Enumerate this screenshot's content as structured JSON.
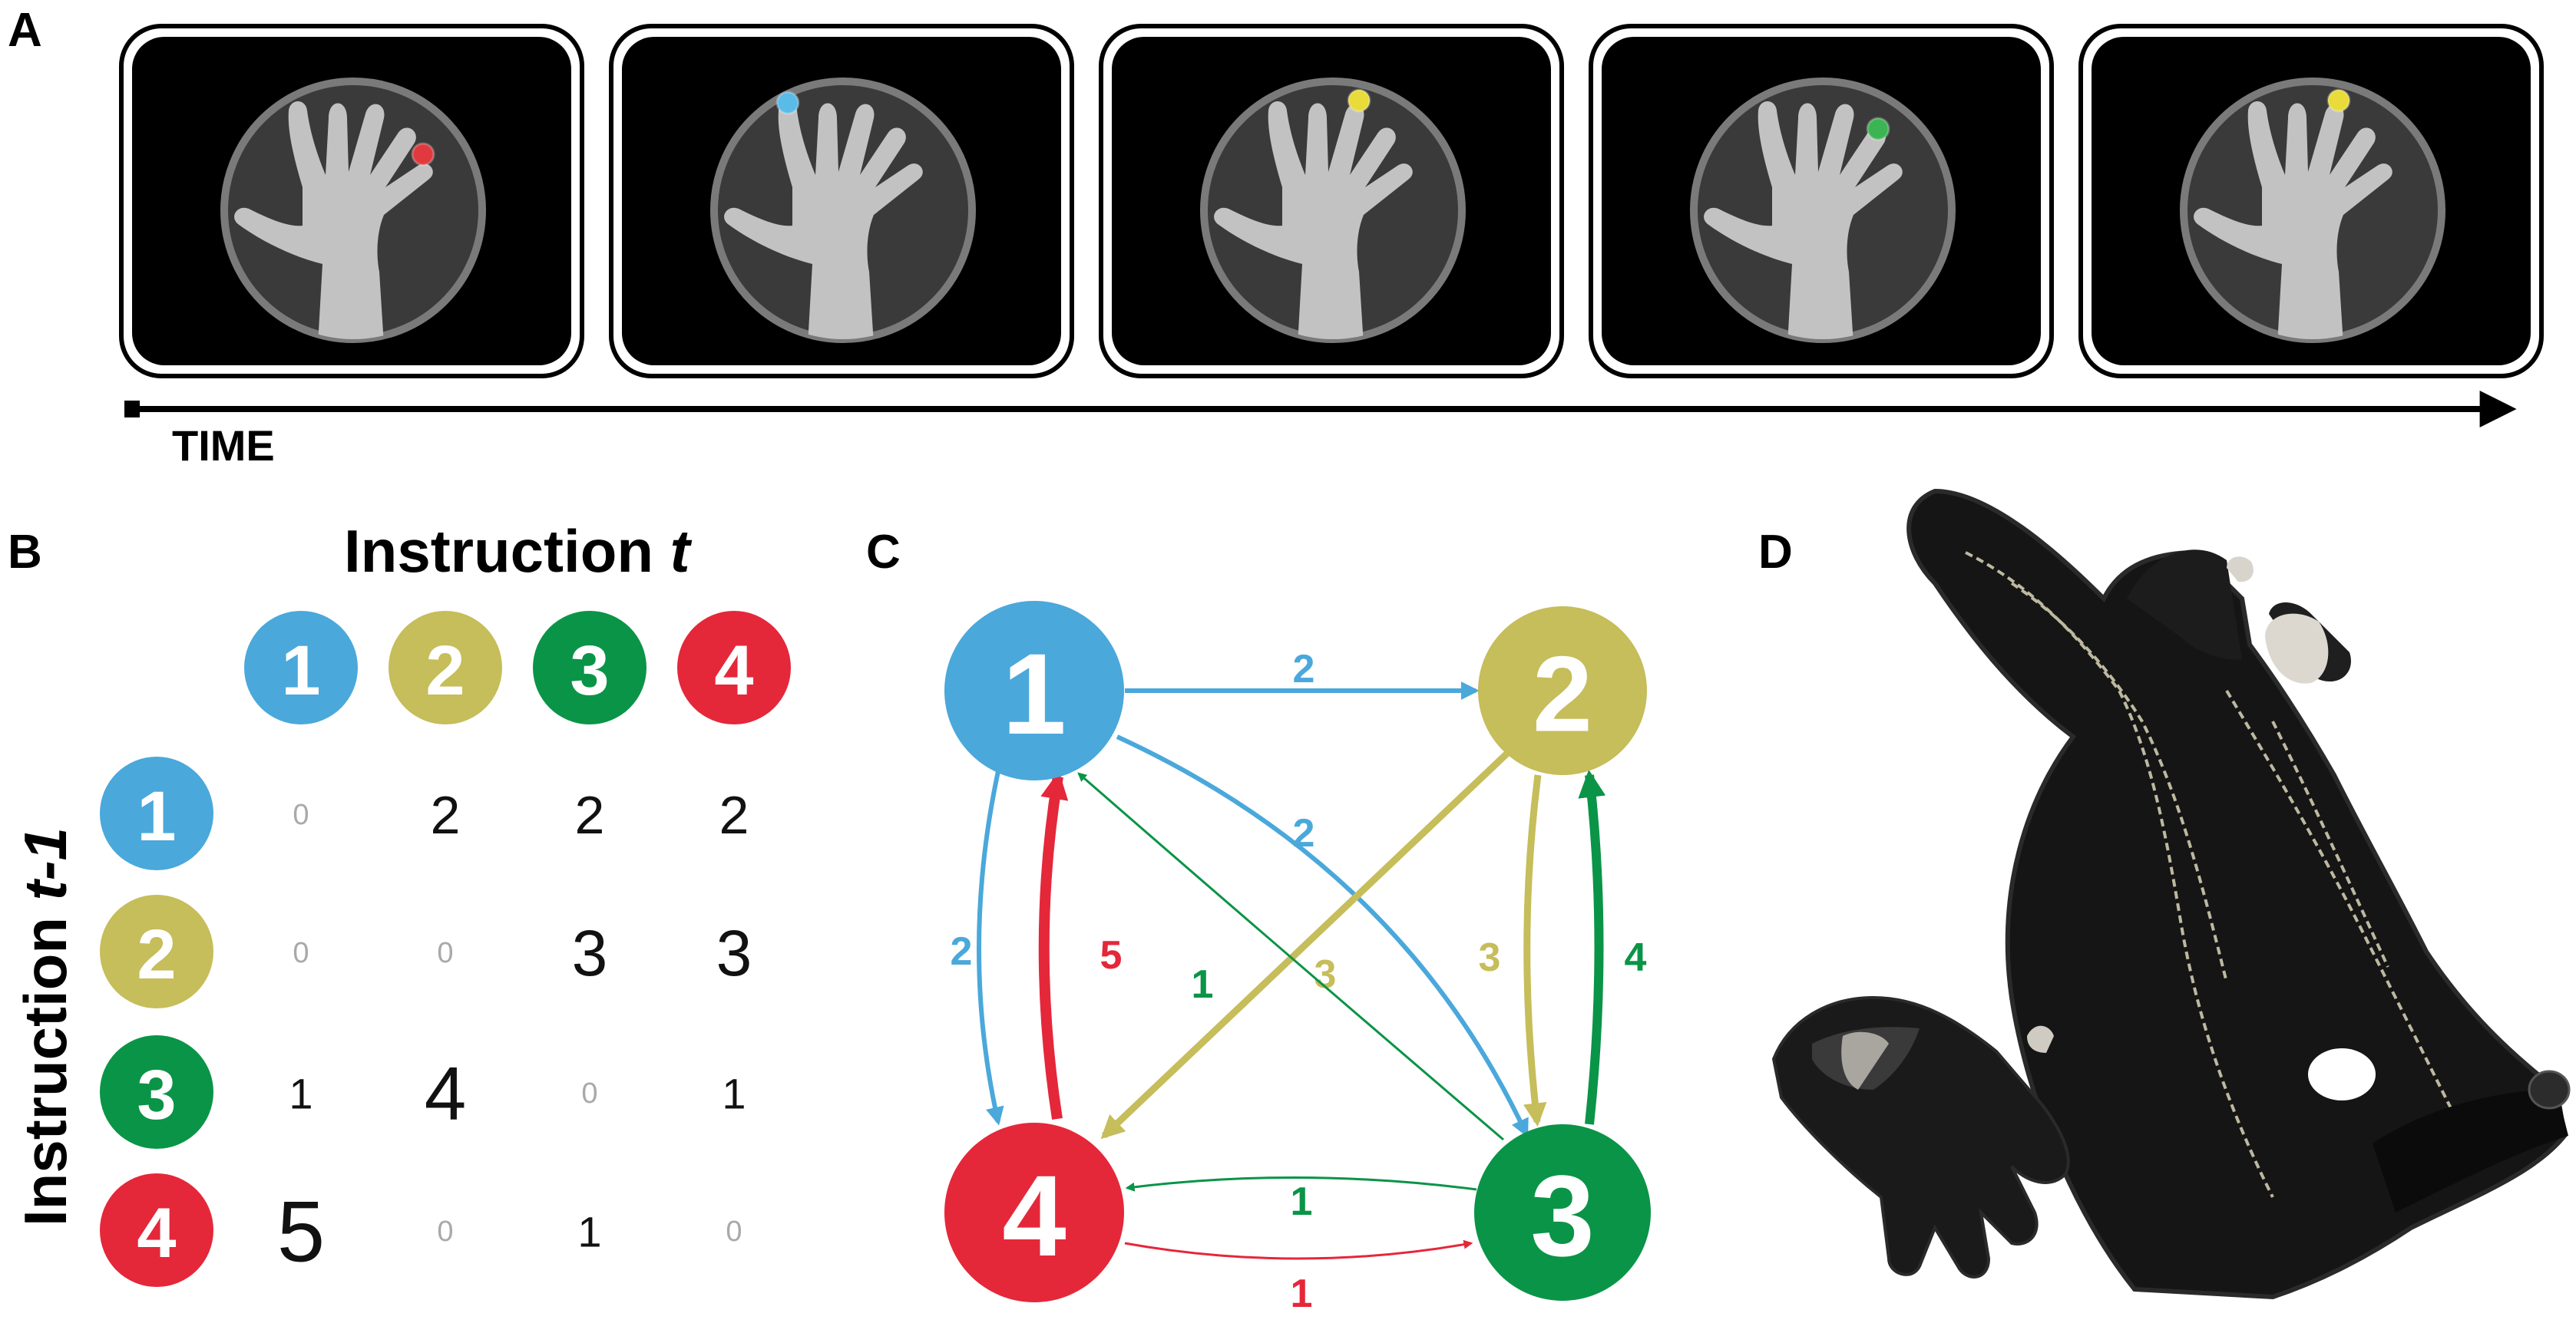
{
  "colors": {
    "finger1": "#4aa8db",
    "finger2": "#c6bd5b",
    "finger3": "#0a9447",
    "finger4": "#e5273a",
    "marker_red": "#e03a3e",
    "marker_blue": "#5bbbe8",
    "marker_yellow": "#e8db3a",
    "marker_green": "#3db454"
  },
  "panel_a": {
    "letter": "A",
    "time_label": "TIME",
    "screens": [
      {
        "marker": "red-dot"
      },
      {
        "marker": "blue-dot"
      },
      {
        "marker": "yellow-dot"
      },
      {
        "marker": "green-dot"
      },
      {
        "marker": "yellow-dot"
      }
    ]
  },
  "panel_b": {
    "letter": "B",
    "column_title": "Instruction ",
    "column_title_var": "t",
    "row_title": "Instruction ",
    "row_title_var": "t-1",
    "columns": [
      "1",
      "2",
      "3",
      "4"
    ],
    "rows": [
      "1",
      "2",
      "3",
      "4"
    ],
    "matrix": [
      [
        0,
        2,
        2,
        2
      ],
      [
        0,
        0,
        3,
        3
      ],
      [
        1,
        4,
        0,
        1
      ],
      [
        5,
        0,
        1,
        0
      ]
    ]
  },
  "panel_c": {
    "letter": "C",
    "nodes": [
      "1",
      "2",
      "3",
      "4"
    ],
    "edges": [
      {
        "from": "1",
        "to": "2",
        "label": "2"
      },
      {
        "from": "1",
        "to": "3",
        "label": "2"
      },
      {
        "from": "1",
        "to": "4",
        "label": "2"
      },
      {
        "from": "2",
        "to": "3",
        "label": "3"
      },
      {
        "from": "2",
        "to": "4",
        "label": "3"
      },
      {
        "from": "3",
        "to": "1",
        "label": "1"
      },
      {
        "from": "3",
        "to": "2",
        "label": "4"
      },
      {
        "from": "3",
        "to": "4",
        "label": "1"
      },
      {
        "from": "4",
        "to": "1",
        "label": "5"
      },
      {
        "from": "4",
        "to": "3",
        "label": "1"
      }
    ]
  },
  "panel_d": {
    "letter": "D",
    "photo": "data-glove-photo"
  }
}
